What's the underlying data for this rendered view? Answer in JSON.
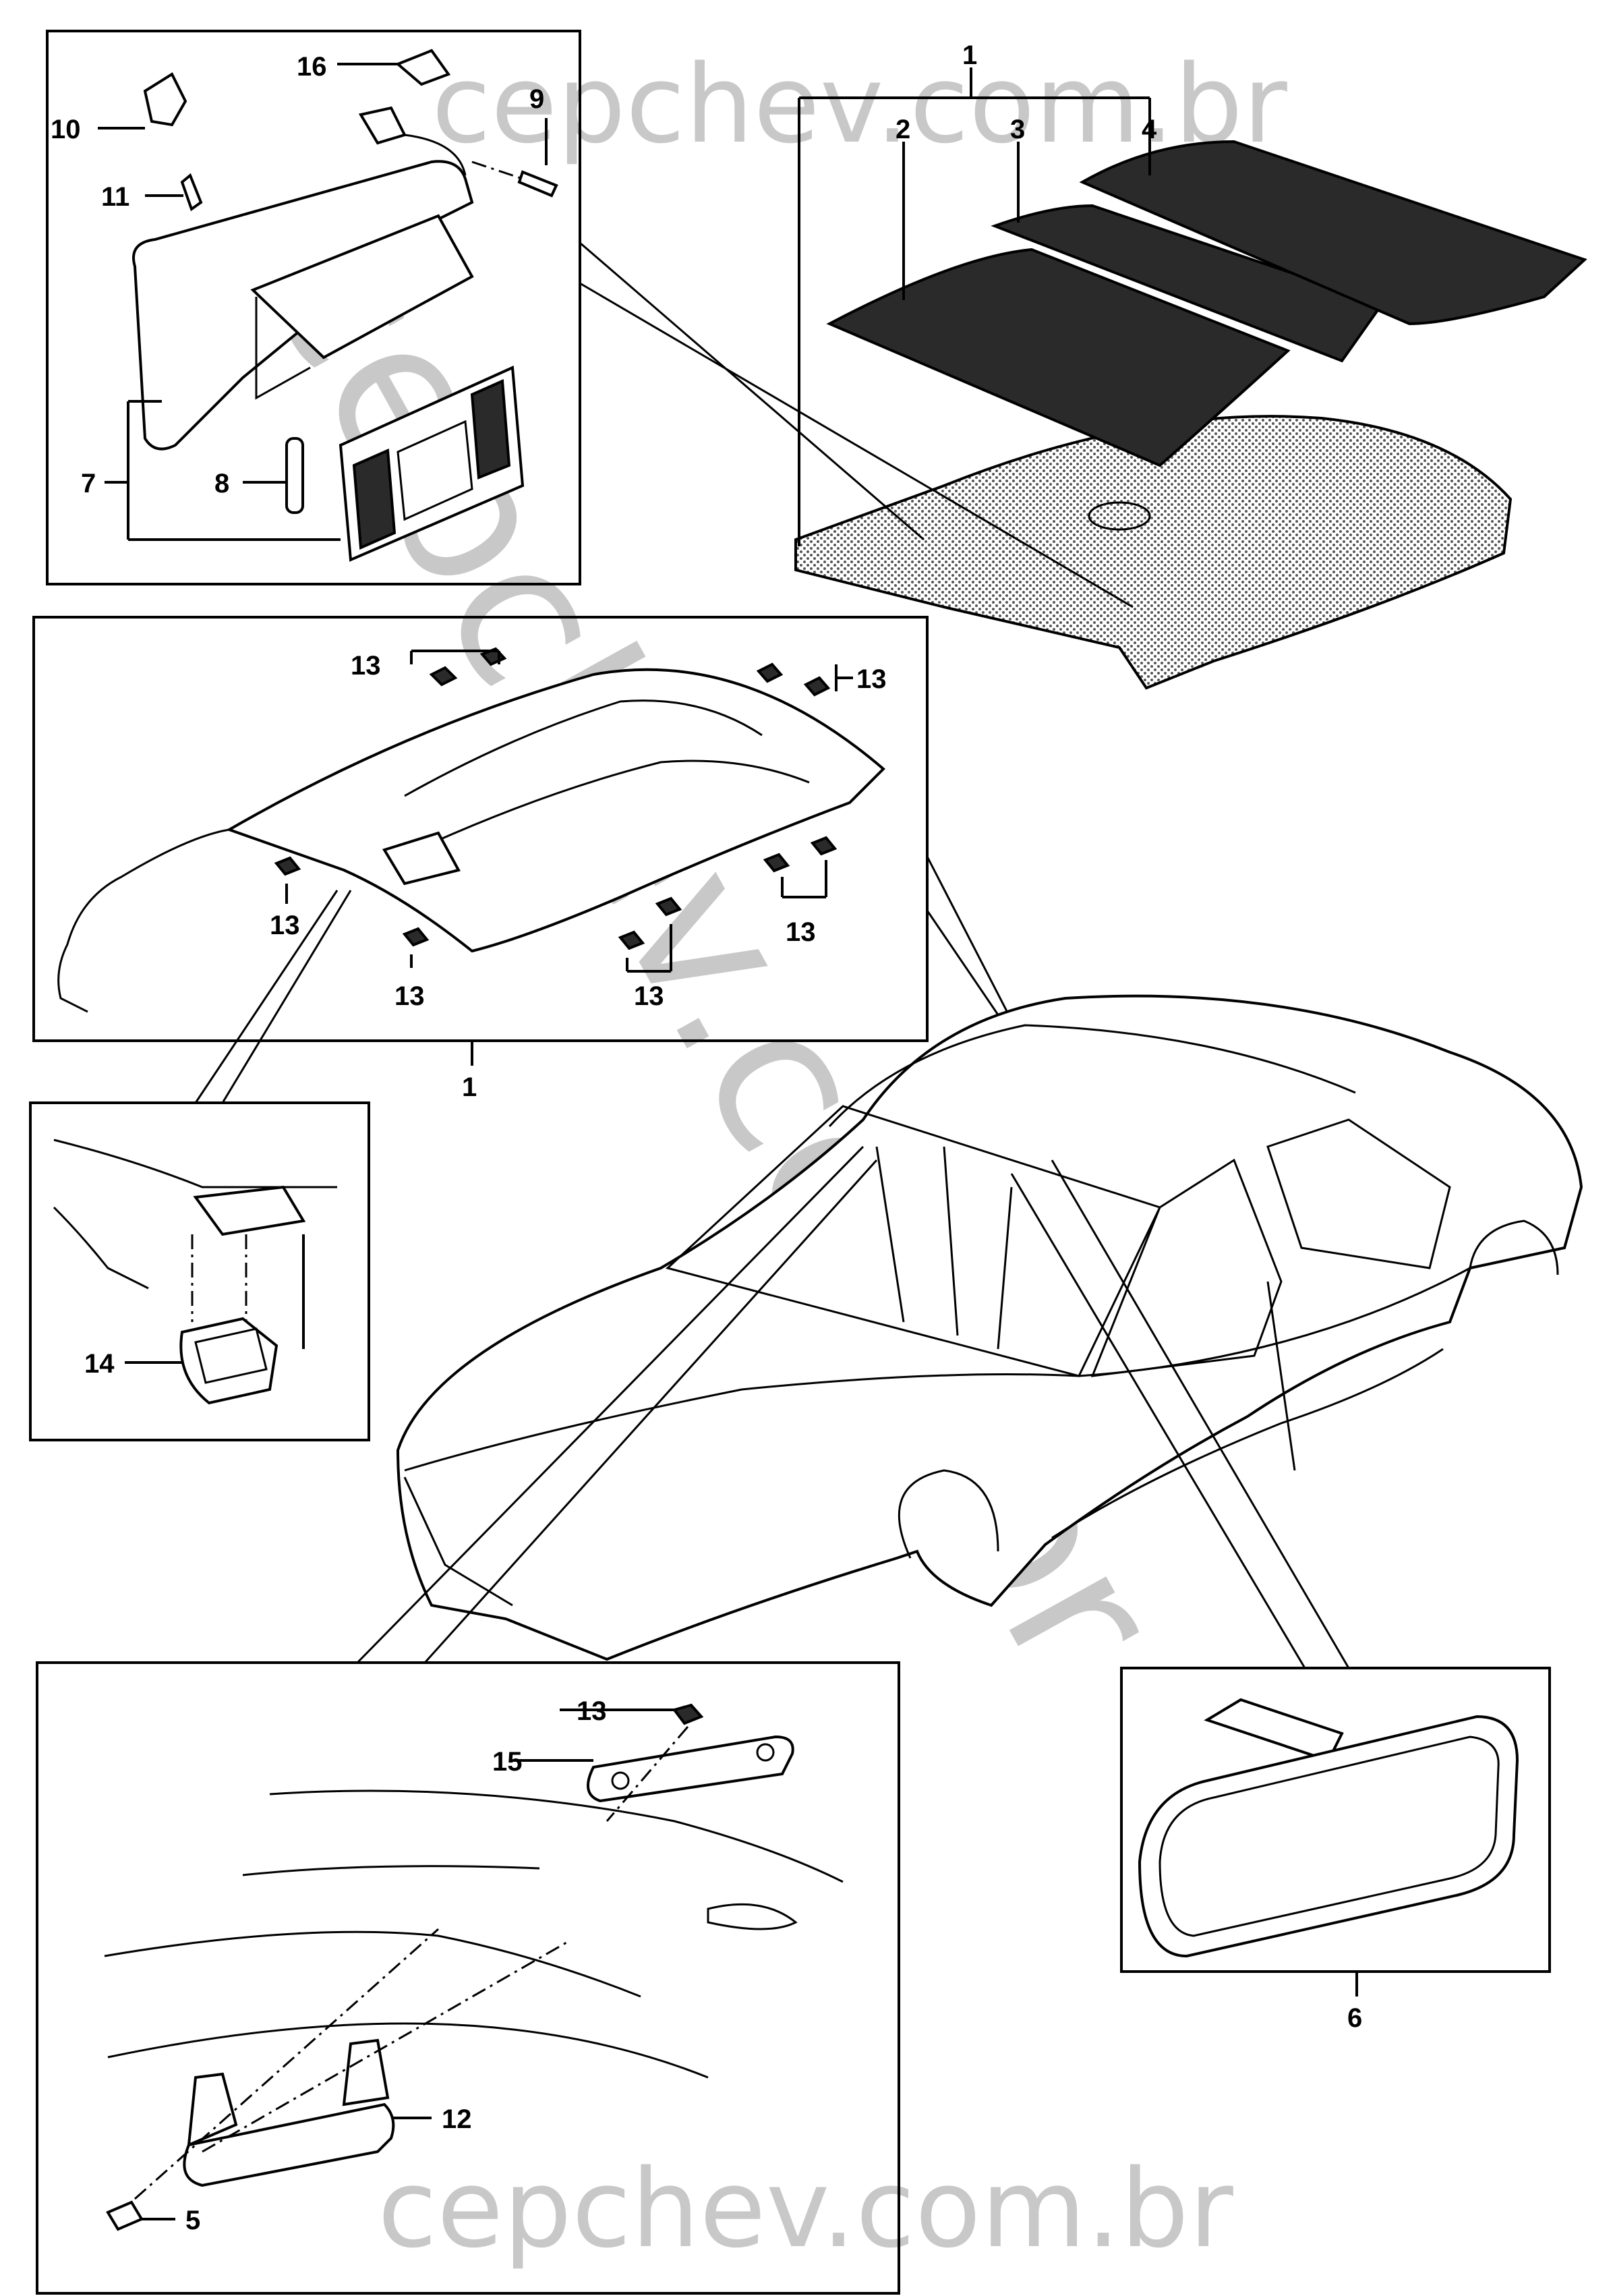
{
  "watermark": {
    "top": "cepchev.com.br",
    "bottom": "cepchev.com.br",
    "diagonal": "cepchev.com.br"
  },
  "callouts": {
    "c1_top": "1",
    "c2": "2",
    "c3": "3",
    "c4": "4",
    "c16": "16",
    "c10": "10",
    "c9": "9",
    "c11": "11",
    "c7": "7",
    "c8": "8",
    "c13_a": "13",
    "c13_b": "13",
    "c13_c": "13",
    "c13_d": "13",
    "c13_e": "13",
    "c13_f": "13",
    "c1_mid": "1",
    "c14": "14",
    "c13_g": "13",
    "c15": "15",
    "c12": "12",
    "c5": "5",
    "c6": "6"
  }
}
